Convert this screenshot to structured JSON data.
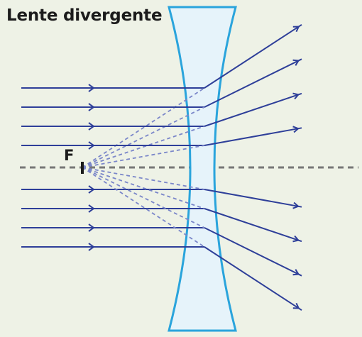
{
  "title": "Lente divergente",
  "focus_label": "F",
  "colors": {
    "background": "#eef2e6",
    "lens_fill": "#e6f3fa",
    "lens_stroke": "#2aa4dc",
    "ray": "#2e3f99",
    "virtual_ray": "#7a86c9",
    "axis": "#777777",
    "text": "#1b1b1b"
  },
  "rays": {
    "count": 8,
    "above_axis": 4,
    "below_axis": 4,
    "incoming_arrows": "right",
    "outgoing_arrows": "diverging"
  }
}
